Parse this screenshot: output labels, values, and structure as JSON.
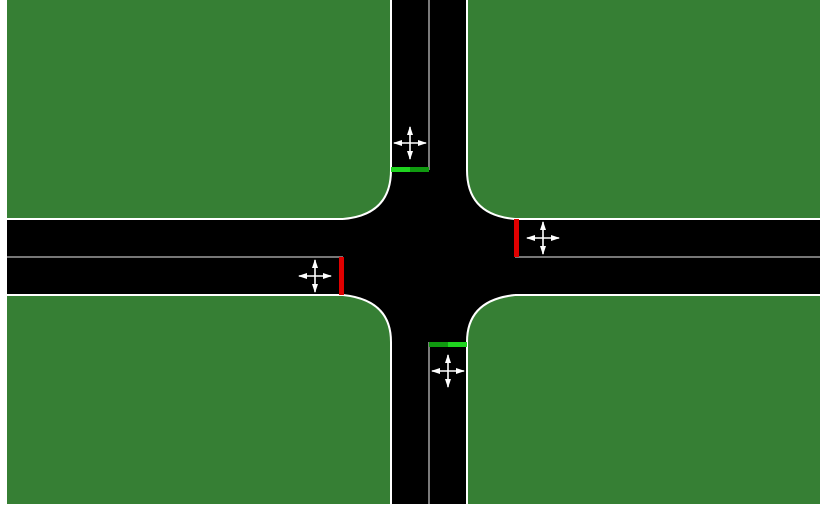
{
  "scene": {
    "type": "traffic-intersection",
    "road_layout": "four-way",
    "lanes_per_road": 2,
    "colors": {
      "background": "#ffffff",
      "grass": "#367f34",
      "asphalt": "#000000",
      "road_edge_line": "#ffffff",
      "lane_divider": "#bdbdbd",
      "direction_arrow": "#ffffff"
    },
    "signals": [
      {
        "approach": "north",
        "state": "green",
        "color": "#1fd41f",
        "shade": "#109a10"
      },
      {
        "approach": "south",
        "state": "green",
        "color": "#1fd41f",
        "shade": "#109a10"
      },
      {
        "approach": "east",
        "state": "red",
        "color": "#e00000"
      },
      {
        "approach": "west",
        "state": "red",
        "color": "#e00000"
      }
    ],
    "lane_markings": [
      {
        "approach": "north",
        "allowed_moves": [
          "straight",
          "left",
          "right"
        ],
        "icon": "four-way-arrow-icon"
      },
      {
        "approach": "south",
        "allowed_moves": [
          "straight",
          "left",
          "right"
        ],
        "icon": "four-way-arrow-icon"
      },
      {
        "approach": "east",
        "allowed_moves": [
          "straight",
          "left",
          "right"
        ],
        "icon": "four-way-arrow-icon"
      },
      {
        "approach": "west",
        "allowed_moves": [
          "straight",
          "left",
          "right"
        ],
        "icon": "four-way-arrow-icon"
      }
    ]
  }
}
